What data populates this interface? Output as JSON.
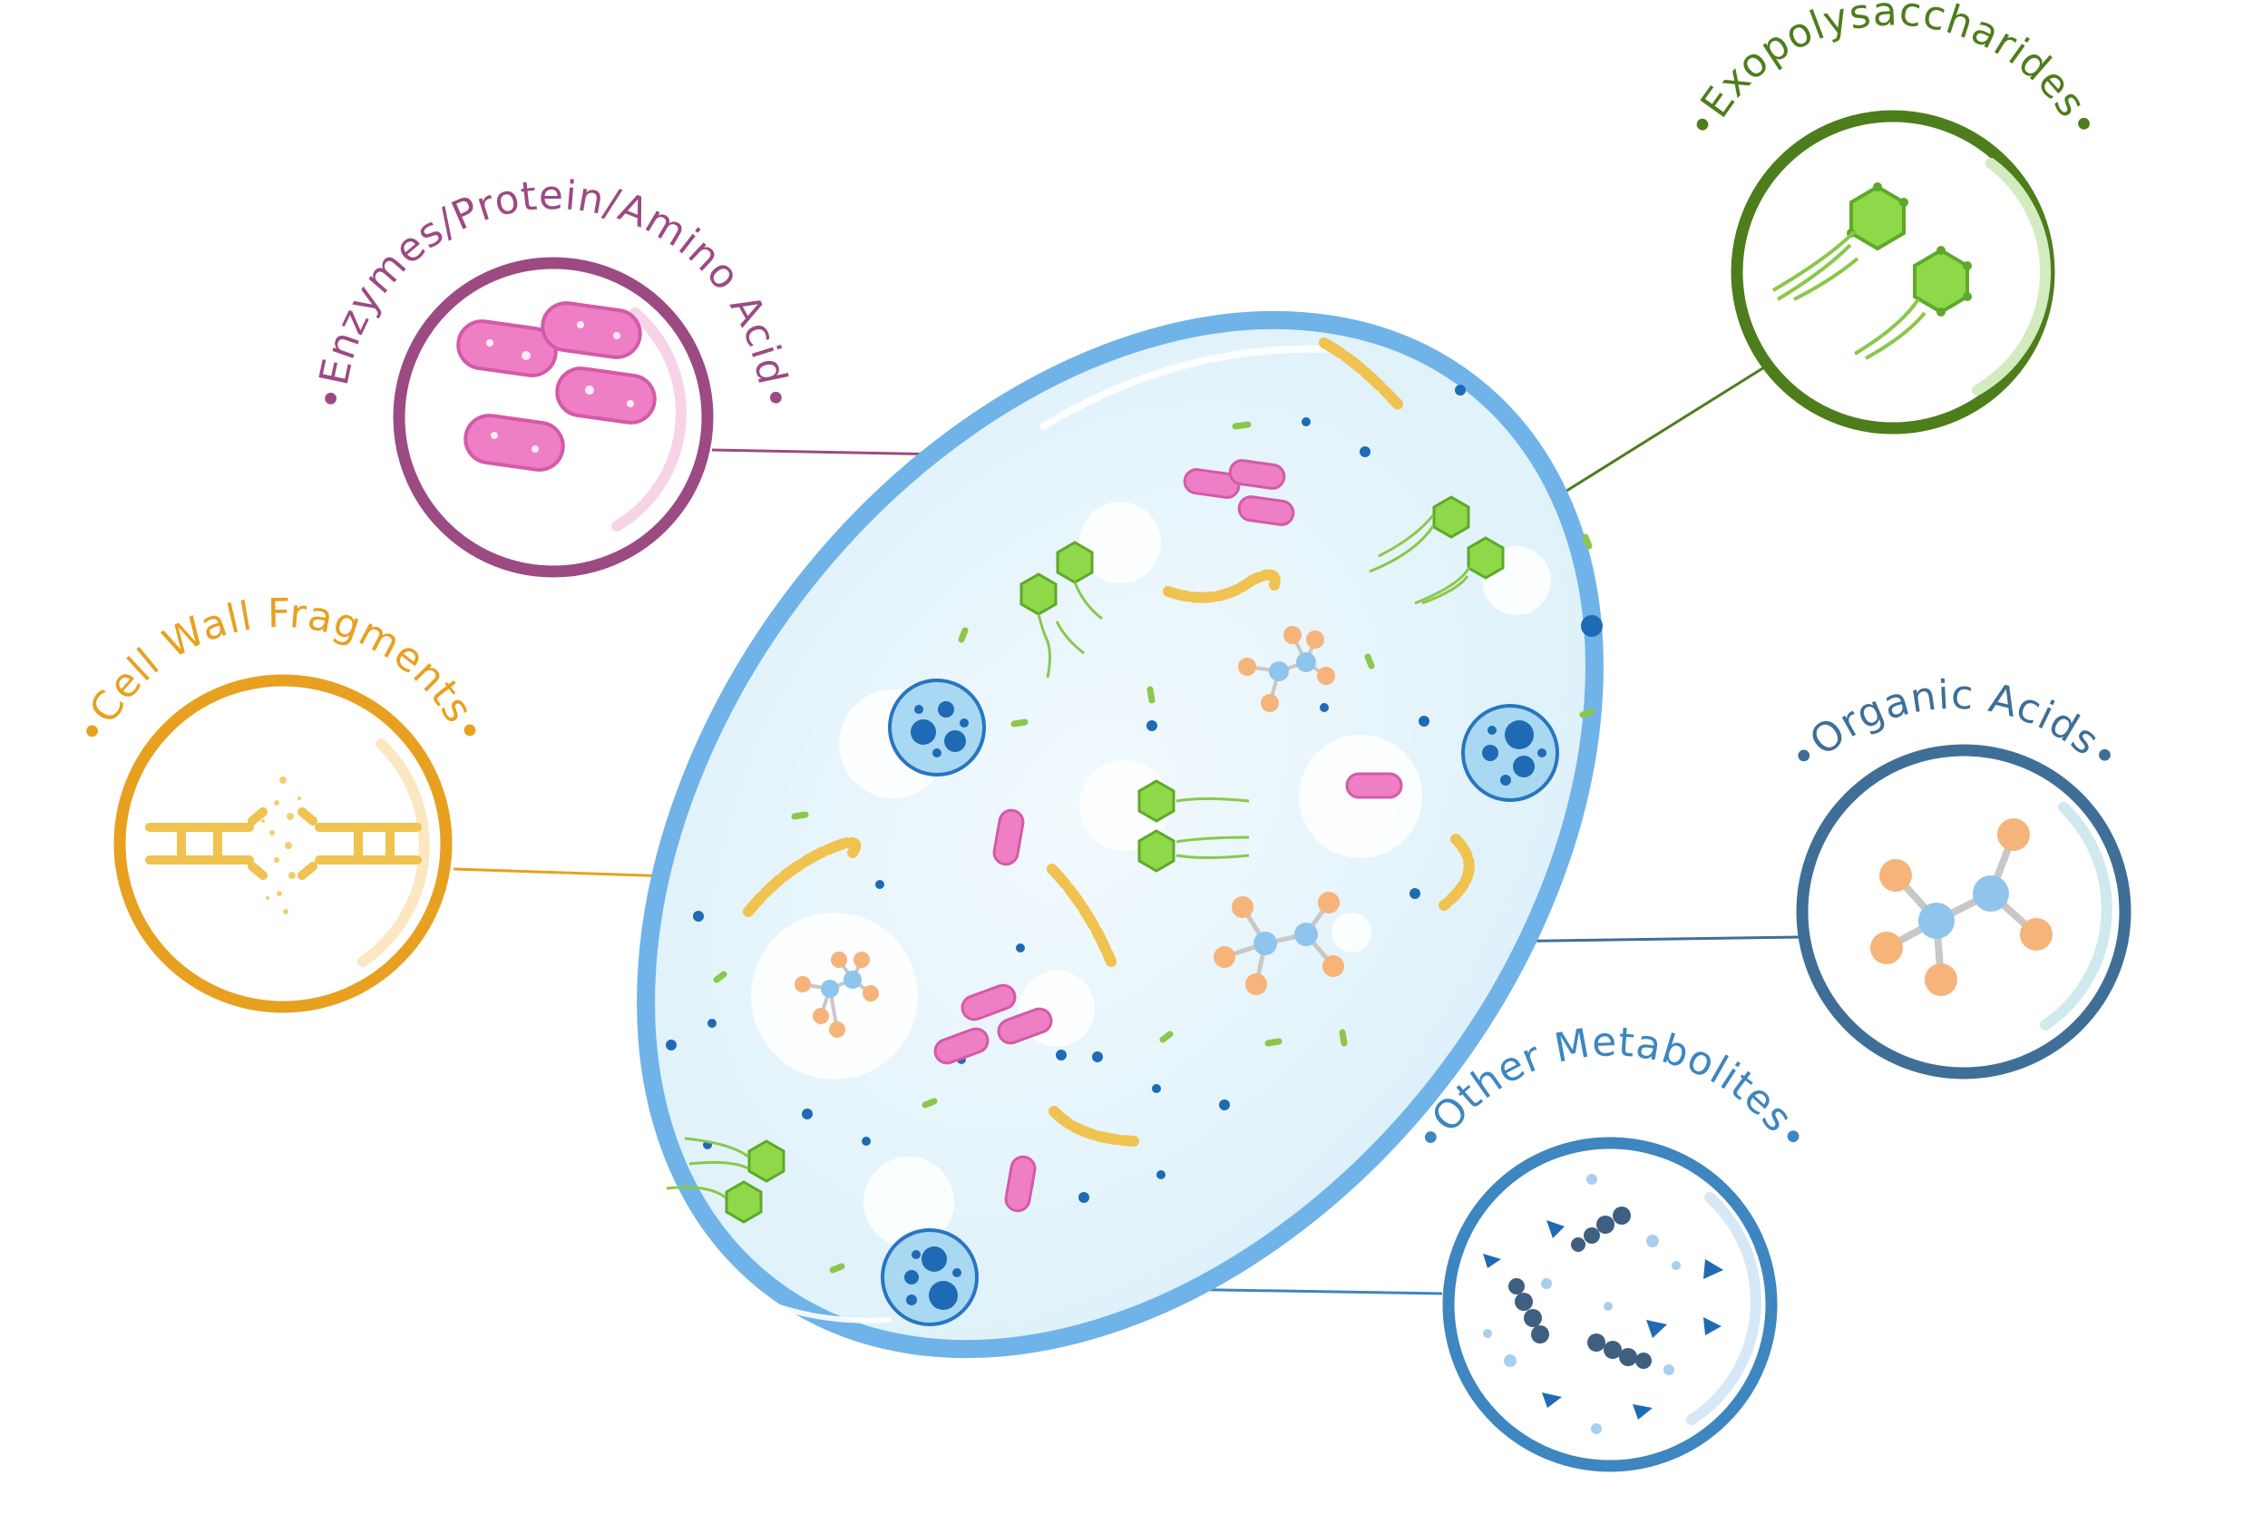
{
  "labels": {
    "enzymes": "•Enzymes/Protein/Amino Acid•",
    "exopoly": "•Exopolysaccharides•",
    "cellwall": "•Cell Wall Fragments•",
    "organic": "•Organic Acids•",
    "other": "•Other Metabolites•"
  },
  "colors": {
    "enzymes": "#9c4a82",
    "exopoly": "#4e7d1c",
    "cellwall": "#e8a020",
    "organic": "#3f6f97",
    "other": "#3d86c0",
    "cell_outline": "#6fb3e9",
    "cell_fill": "#e4f4fb",
    "rod": "#ef7fc4",
    "chain": "#f0c24f",
    "hexagon": "#8fd84a",
    "vesicle": "#1f6ab5",
    "sphere_orange": "#f6b47a",
    "sphere_blue": "#8fc4ec"
  },
  "icons": [
    "rod-bacterium-icon",
    "polysaccharide-chain-icon",
    "peptidoglycan-fragment-icon",
    "molecule-icon",
    "vesicle-icon",
    "metabolite-particles-icon"
  ]
}
